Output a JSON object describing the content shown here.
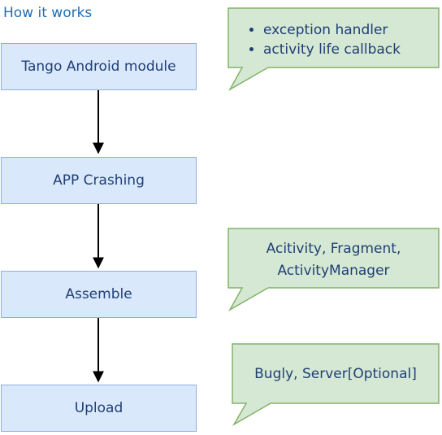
{
  "diagram": {
    "title": "How it works",
    "steps": [
      {
        "label": "Tango Android module"
      },
      {
        "label": "APP Crashing"
      },
      {
        "label": "Assemble"
      },
      {
        "label": "Upload"
      }
    ],
    "notes": [
      {
        "lines": [
          "exception handler",
          "activity life callback"
        ]
      },
      {
        "lines": [
          "Acitivity, Fragment,",
          "ActivityManager"
        ]
      },
      {
        "lines": [
          "Bugly, Server[Optional]"
        ]
      }
    ],
    "colors": {
      "step_fill": "#dae8fc",
      "step_stroke": "#8fb0db",
      "note_fill": "#d5e8d4",
      "note_stroke": "#82b366",
      "text": "#1f3f73",
      "title": "#1a6fb8",
      "arrow": "#000000"
    }
  }
}
